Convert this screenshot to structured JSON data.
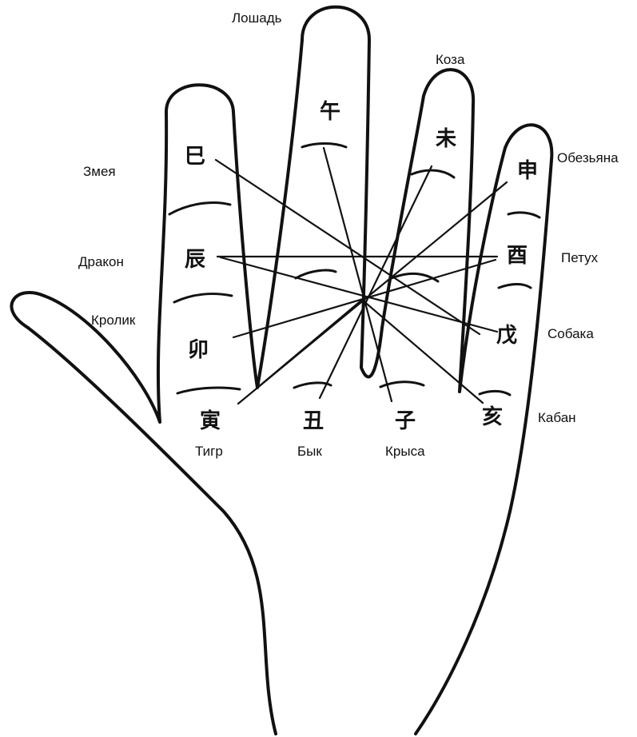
{
  "colors": {
    "ink": "#111111",
    "paper": "#ffffff"
  },
  "animals": [
    {
      "key": "horse",
      "ru": "Лошадь",
      "hanzi": "午"
    },
    {
      "key": "goat",
      "ru": "Коза",
      "hanzi": "未"
    },
    {
      "key": "monkey",
      "ru": "Обезьяна",
      "hanzi": "申"
    },
    {
      "key": "rooster",
      "ru": "Петух",
      "hanzi": "酉"
    },
    {
      "key": "dog",
      "ru": "Собака",
      "hanzi": "戊"
    },
    {
      "key": "boar",
      "ru": "Кабан",
      "hanzi": "亥"
    },
    {
      "key": "rat",
      "ru": "Крыса",
      "hanzi": "子"
    },
    {
      "key": "ox",
      "ru": "Бык",
      "hanzi": "丑"
    },
    {
      "key": "tiger",
      "ru": "Тигр",
      "hanzi": "寅"
    },
    {
      "key": "rabbit",
      "ru": "Кролик",
      "hanzi": "卯"
    },
    {
      "key": "dragon",
      "ru": "Дракон",
      "hanzi": "辰"
    },
    {
      "key": "snake",
      "ru": "Змея",
      "hanzi": "巳"
    }
  ]
}
